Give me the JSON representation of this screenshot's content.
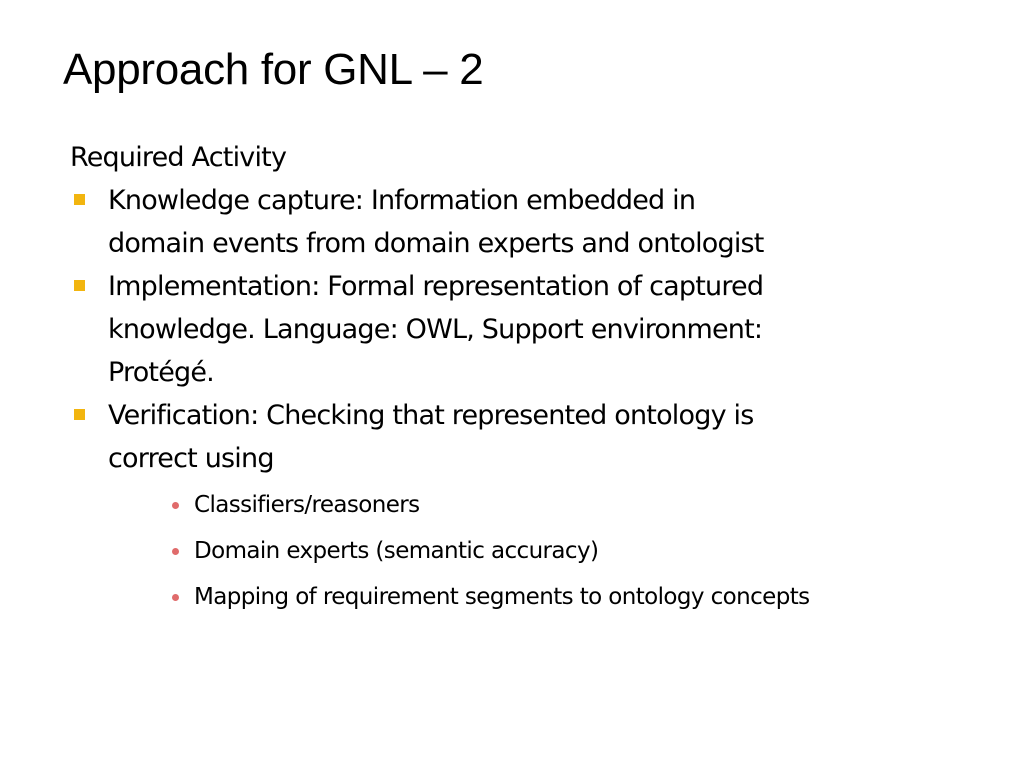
{
  "slide": {
    "title": "Approach for GNL – 2",
    "intro": "Required Activity",
    "bullets": [
      {
        "text": "Knowledge capture: Information embedded in\ndomain events from domain experts and ontologist"
      },
      {
        "text": "Implementation: Formal representation of captured\nknowledge. Language: OWL, Support environment:\nProtégé."
      },
      {
        "text": "Verification: Checking that represented ontology is\ncorrect using",
        "sub": [
          "Classifiers/reasoners",
          "Domain experts (semantic accuracy)",
          "Mapping of requirement segments to ontology concepts"
        ]
      }
    ],
    "colors": {
      "bullet_level1": "#f2b50f",
      "bullet_level2": "#e06b6b"
    }
  }
}
